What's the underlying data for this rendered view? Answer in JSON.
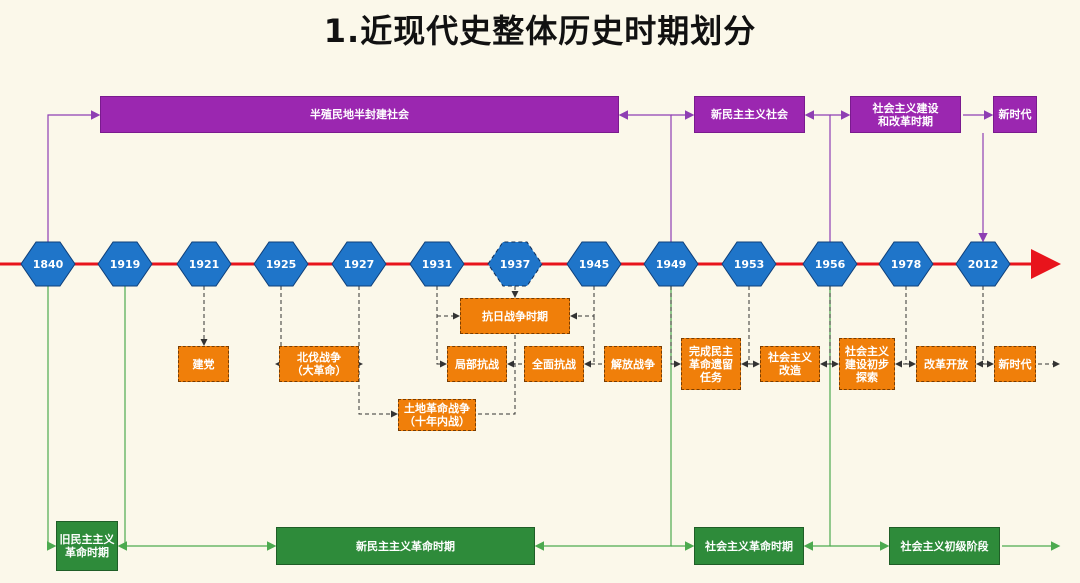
{
  "title": "1.近现代史整体历史时期划分",
  "colors": {
    "timeline": "#e8141c",
    "hex": "#1f75c9",
    "purple": "#9b27b0",
    "green": "#2e8b3a",
    "orange": "#f07f0a",
    "link_purple": "#8e3fb3",
    "link_green": "#4caa4f",
    "link_dash": "#333333"
  },
  "years": [
    "1840",
    "1919",
    "1921",
    "1925",
    "1927",
    "1931",
    "1937",
    "1945",
    "1949",
    "1953",
    "1956",
    "1978",
    "2012"
  ],
  "society": [
    {
      "label": "半殖民地半封建社会"
    },
    {
      "label": "新民主主义社会"
    },
    {
      "label": "社会主义建设\n和改革时期"
    },
    {
      "label": "新时代"
    }
  ],
  "revolution_periods": [
    {
      "label": "旧民主主义\n革命时期"
    },
    {
      "label": "新民主主义革命时期"
    },
    {
      "label": "社会主义革命时期"
    },
    {
      "label": "社会主义初级阶段"
    }
  ],
  "events": [
    {
      "label": "建党"
    },
    {
      "label": "北伐战争\n（大革命）"
    },
    {
      "label": "土地革命战争\n（十年内战）"
    },
    {
      "label": "抗日战争时期"
    },
    {
      "label": "局部抗战"
    },
    {
      "label": "全面抗战"
    },
    {
      "label": "解放战争"
    },
    {
      "label": "完成民主\n革命遗留\n任务"
    },
    {
      "label": "社会主义\n改造"
    },
    {
      "label": "社会主义\n建设初步\n探索"
    },
    {
      "label": "改革开放"
    },
    {
      "label": "新时代"
    }
  ]
}
